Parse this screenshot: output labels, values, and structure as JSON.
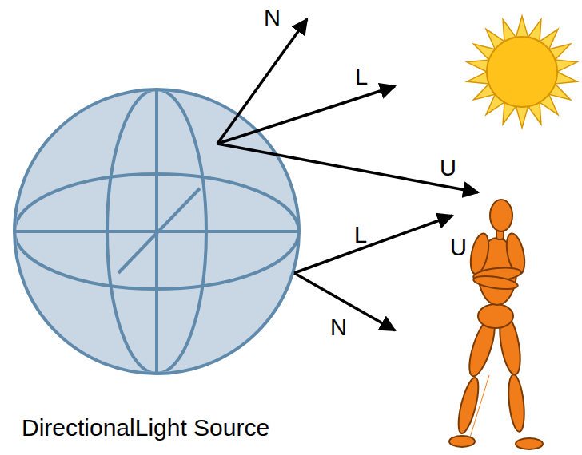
{
  "diagram": {
    "labels": [
      "N",
      "L",
      "U",
      "L",
      "U",
      "N",
      "DirectionalLight Source"
    ]
  }
}
